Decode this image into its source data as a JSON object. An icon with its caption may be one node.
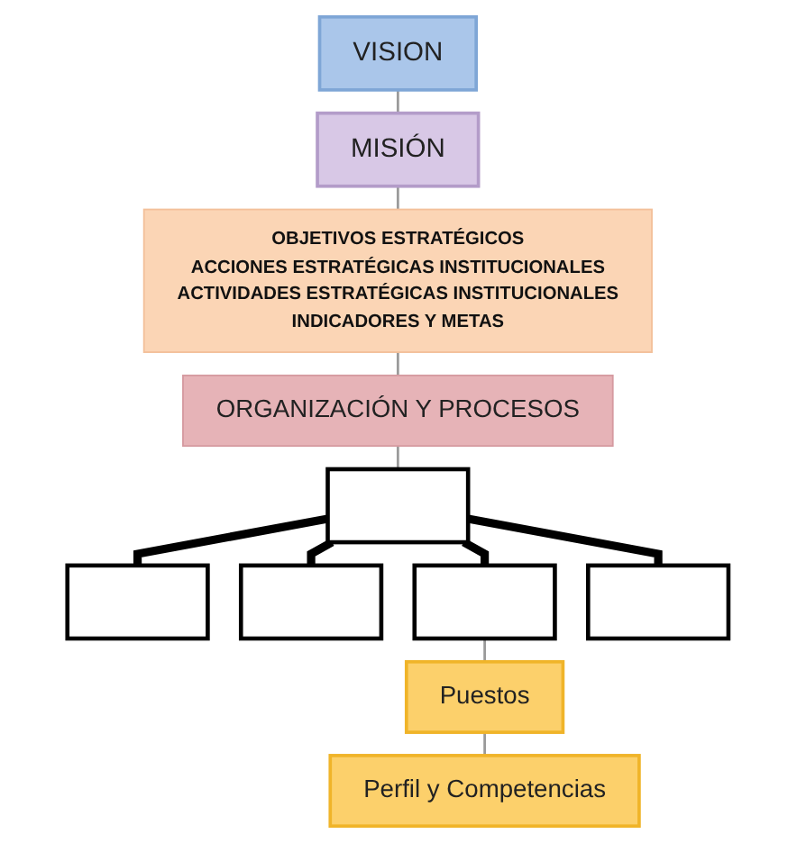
{
  "diagram": {
    "nodes": [
      {
        "text": [
          "VISION"
        ]
      },
      {
        "text": [
          "MISIÓN"
        ]
      },
      {
        "text": [
          "OBJETIVOS ESTRATÉGICOS",
          "ACCIONES ESTRATÉGICAS INSTITUCIONALES",
          "ACTIVIDADES ESTRATÉGICAS INSTITUCIONALES",
          "INDICADORES Y METAS"
        ]
      },
      {
        "text": [
          "ORGANIZACIÓN Y PROCESOS"
        ]
      },
      {
        "text": [],
        "shape": "box"
      },
      {
        "text": [],
        "shape": "box"
      },
      {
        "text": [],
        "shape": "box"
      },
      {
        "text": [],
        "shape": "box"
      },
      {
        "text": [],
        "shape": "box"
      },
      {
        "text": [
          "Puestos"
        ]
      },
      {
        "text": [
          "Perfil y Competencias"
        ]
      }
    ],
    "edges": [
      {
        "from": 0,
        "to": 1,
        "arrow": "none"
      },
      {
        "from": 1,
        "to": 2,
        "arrow": "none"
      },
      {
        "from": 2,
        "to": 3,
        "arrow": "none"
      },
      {
        "from": 3,
        "to": 4,
        "arrow": "none"
      },
      {
        "from": 4,
        "to": 5,
        "arrow": "none",
        "style": "thick",
        "color": "#000000"
      },
      {
        "from": 4,
        "to": 6,
        "arrow": "none",
        "style": "thick",
        "color": "#000000"
      },
      {
        "from": 4,
        "to": 7,
        "arrow": "none",
        "style": "thick",
        "color": "#000000"
      },
      {
        "from": 4,
        "to": 8,
        "arrow": "none",
        "style": "thick",
        "color": "#000000"
      },
      {
        "from": 7,
        "to": 9,
        "arrow": "none"
      },
      {
        "from": 9,
        "to": 10,
        "arrow": "none"
      }
    ]
  }
}
